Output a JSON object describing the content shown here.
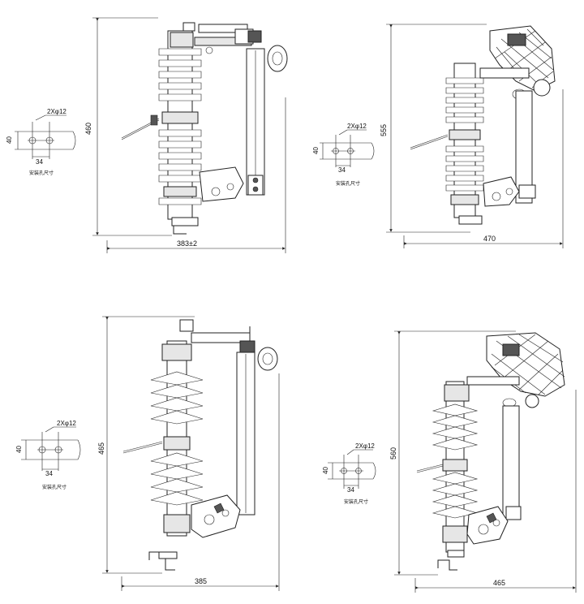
{
  "figures": [
    {
      "id": "top-left",
      "height_label": "460",
      "width_label": "383±2",
      "hole_label": "2Xφ12",
      "hole_height": "40",
      "hole_spacing": "34",
      "caption": "安装孔尺寸"
    },
    {
      "id": "top-right",
      "height_label": "555",
      "width_label": "470",
      "hole_label": "2Xφ12",
      "hole_height": "40",
      "hole_spacing": "34",
      "caption": "安装孔尺寸"
    },
    {
      "id": "bottom-left",
      "height_label": "465",
      "width_label": "385",
      "hole_label": "2Xφ12",
      "hole_height": "40",
      "hole_spacing": "34",
      "caption": "安装孔尺寸"
    },
    {
      "id": "bottom-right",
      "height_label": "560",
      "width_label": "465",
      "hole_label": "2Xφ12",
      "hole_height": "40",
      "hole_spacing": "34",
      "caption": "安装孔尺寸"
    }
  ]
}
